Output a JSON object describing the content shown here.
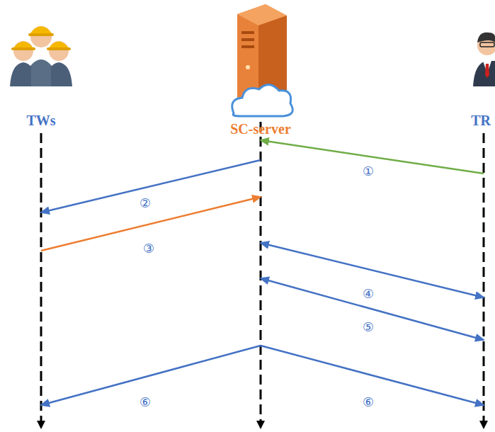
{
  "diagram": {
    "nodes": [
      {
        "text": [
          "TWs"
        ]
      },
      {
        "text": [
          "SC-server"
        ]
      },
      {
        "text": [
          "TR"
        ]
      }
    ],
    "edges": [
      {
        "from": 2,
        "to": 1,
        "label": "①",
        "arrow": "to"
      },
      {
        "from": 1,
        "to": 0,
        "label": "②",
        "arrow": "to"
      },
      {
        "from": 0,
        "to": 1,
        "label": "③",
        "arrow": "to"
      },
      {
        "from": 1,
        "to": 2,
        "label": "④",
        "arrow": "both"
      },
      {
        "from": 1,
        "to": 2,
        "label": "⑤",
        "arrow": "both"
      },
      {
        "from": 1,
        "to": 0,
        "label": "⑥",
        "arrow": "to"
      },
      {
        "from": 1,
        "to": 2,
        "label": "⑥",
        "arrow": "to"
      }
    ]
  }
}
